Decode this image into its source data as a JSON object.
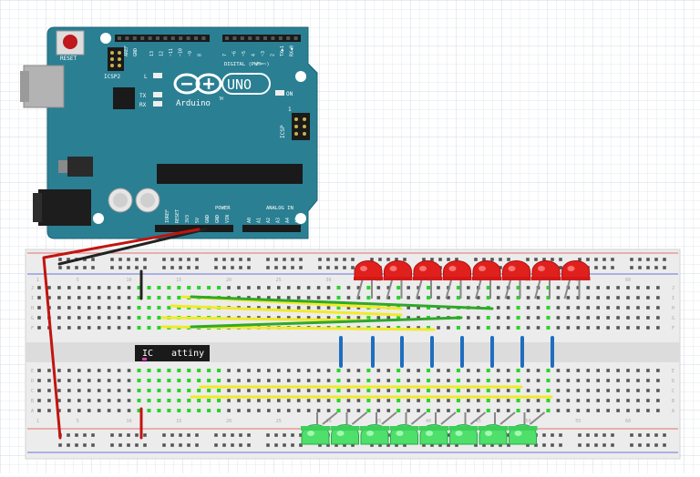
{
  "arduino": {
    "reset_label": "RESET",
    "icsp2_label": "ICSP2",
    "icsp_label": "ICSP",
    "aref_label": "AREF",
    "gnd_label": "GND",
    "digital_pins": [
      "13",
      "12",
      "~11",
      "~10",
      "~9",
      "8",
      "7",
      "~6",
      "~5",
      "4",
      "~3",
      "2",
      "TX▶1",
      "RX◀0"
    ],
    "digital_label": "DIGITAL (PWM=~)",
    "l_label": "L",
    "tx_label": "TX",
    "rx_label": "RX",
    "on_label": "ON",
    "uno_label": "UNO",
    "arduino_label": "Arduino",
    "tm_label": "TM",
    "power_label": "POWER",
    "power_pins": [
      "IOREF",
      "RESET",
      "3V3",
      "5V",
      "GND",
      "GND",
      "VIN"
    ],
    "analog_label": "ANALOG IN",
    "analog_pins": [
      "A0",
      "A1",
      "A2",
      "A3",
      "A4",
      "A5"
    ],
    "icsp_num": "1"
  },
  "chip": {
    "ic_label": "IC",
    "name_label": "attiny"
  },
  "breadboard": {
    "row_letters_top": [
      "J",
      "I",
      "H",
      "G",
      "F"
    ],
    "row_letters_bottom": [
      "E",
      "D",
      "C",
      "B",
      "A"
    ],
    "column_numbers": [
      "1",
      "5",
      "10",
      "15",
      "20",
      "25",
      "30",
      "35",
      "40",
      "45",
      "50",
      "55",
      "60"
    ]
  },
  "colors": {
    "board": "#2a7f93",
    "red_led": "#e0201c",
    "green_led": "#4ee06a",
    "wire_yellow": "#f2ea2a",
    "wire_green": "#2fa82a",
    "wire_blue": "#1f6ec0",
    "wire_red": "#c2140f",
    "wire_black": "#222222"
  }
}
